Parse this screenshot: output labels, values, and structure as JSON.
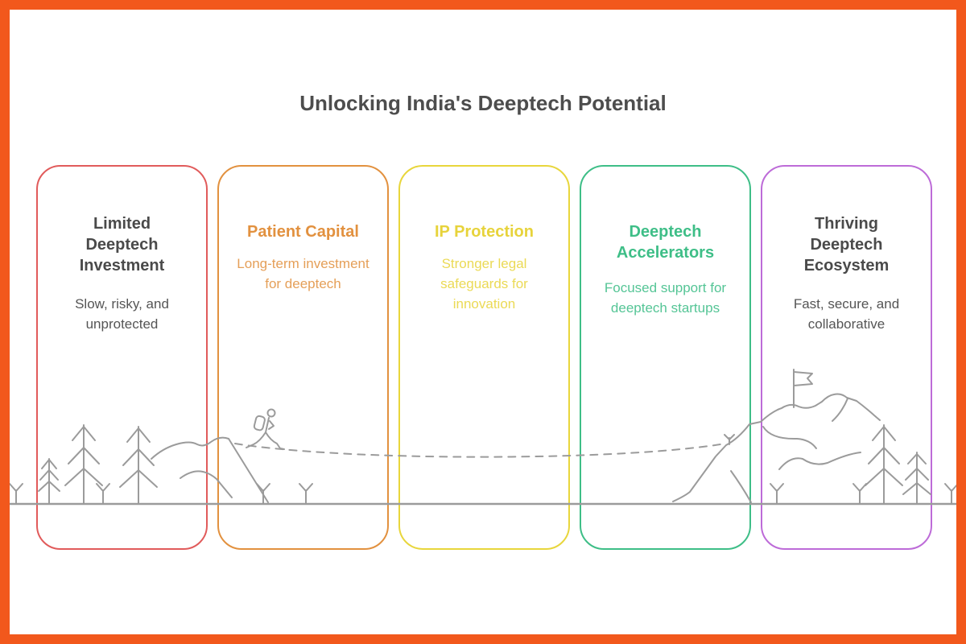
{
  "page": {
    "title": "Unlocking India's Deeptech Potential",
    "frame_color": "#F2581C",
    "background_color": "#FFFFFF",
    "title_color": "#4D4D4D"
  },
  "cards": [
    {
      "title": "Limited\nDeeptech\nInvestment",
      "subtitle": "Slow, risky, and\nunprotected",
      "accent": "#E15B5B",
      "title_color": "#4A4A4A",
      "subtitle_color": "#555555"
    },
    {
      "title": "Patient Capital",
      "subtitle": "Long-term investment\nfor deeptech",
      "accent": "#E2913F",
      "title_color": "#E2913F",
      "subtitle_color": "#E59F58"
    },
    {
      "title": "IP Protection",
      "subtitle": "Stronger legal\nsafeguards for\ninnovation",
      "accent": "#E8D63C",
      "title_color": "#E7D33B",
      "subtitle_color": "#EBDA55"
    },
    {
      "title": "Deeptech\nAccelerators",
      "subtitle": "Focused support for\ndeeptech startups",
      "accent": "#3EBE87",
      "title_color": "#3EBE87",
      "subtitle_color": "#55C596"
    },
    {
      "title": "Thriving\nDeeptech\nEcosystem",
      "subtitle": "Fast, secure, and\ncollaborative",
      "accent": "#BD6BD8",
      "title_color": "#4A4A4A",
      "subtitle_color": "#555555"
    }
  ],
  "illustration": {
    "line_color": "#9B9B9B",
    "elements": [
      "pine-trees",
      "shrubs",
      "left-ridge",
      "hiker",
      "dashed-trail",
      "right-mountain",
      "summit-flag",
      "ground-line"
    ]
  }
}
